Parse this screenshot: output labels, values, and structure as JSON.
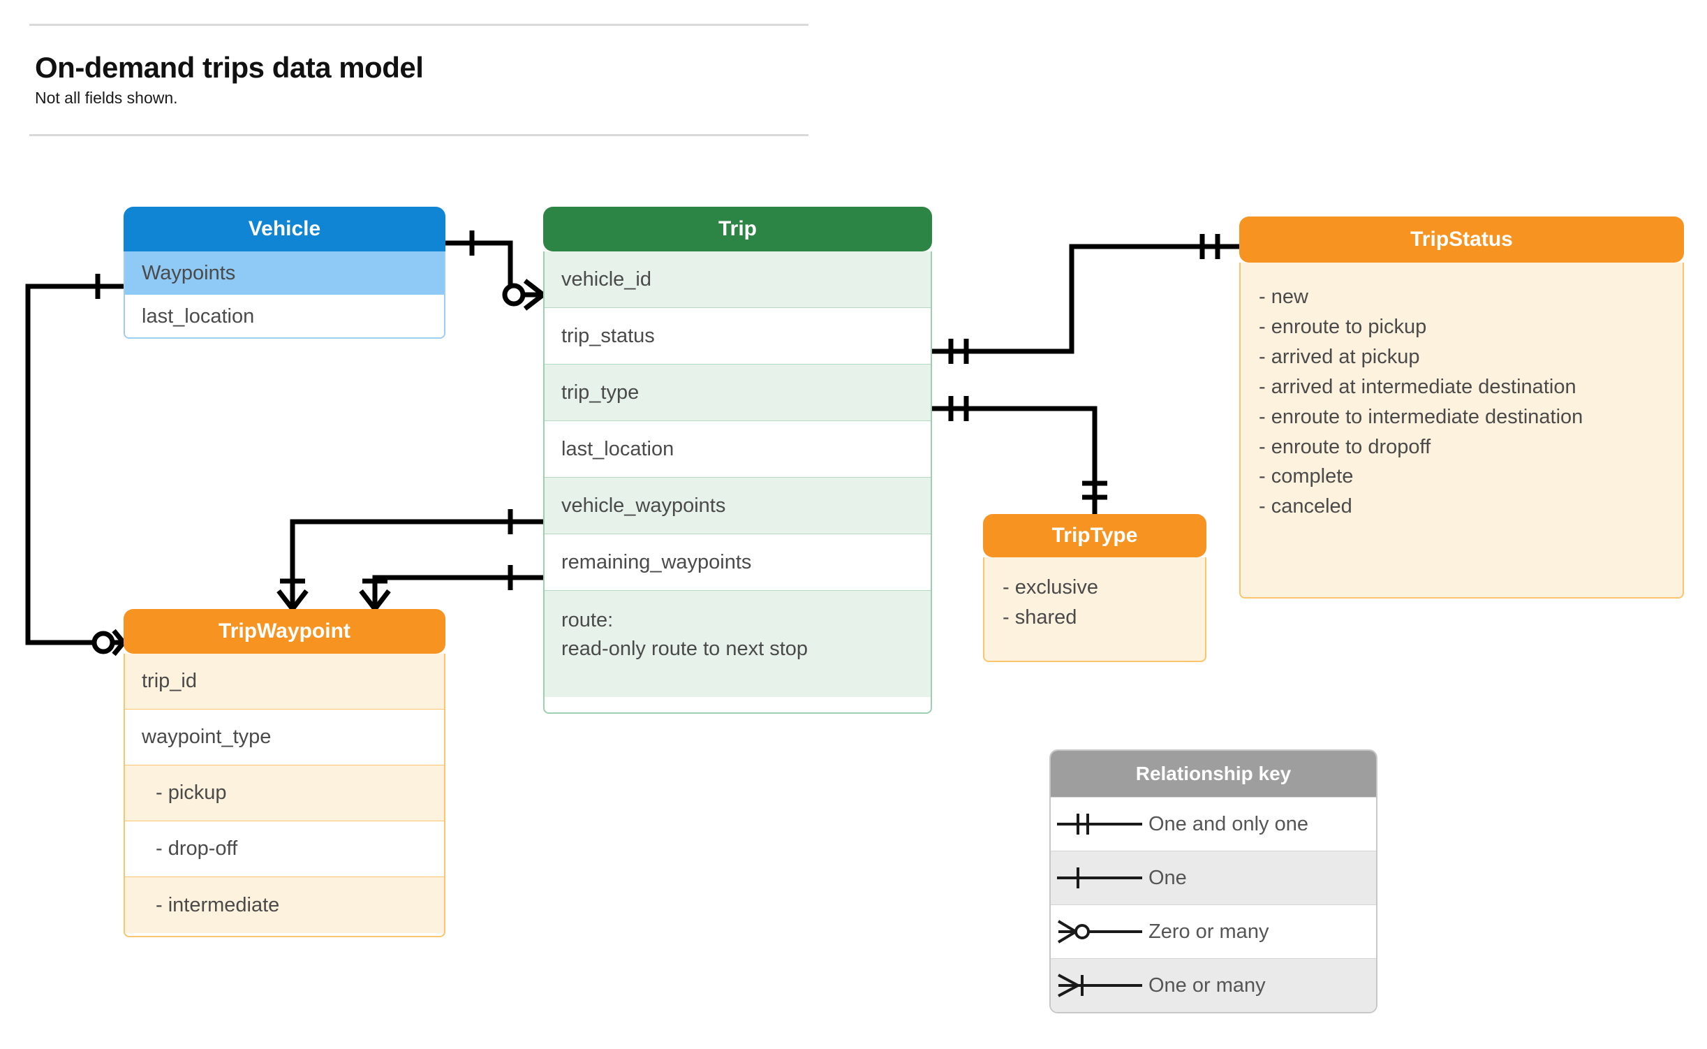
{
  "header": {
    "title": "On-demand trips data model",
    "subtitle": "Not all fields shown."
  },
  "entities": {
    "vehicle": {
      "name": "Vehicle",
      "header_color": "#0f85d4",
      "rows": [
        {
          "label": "Waypoints"
        },
        {
          "label": "last_location"
        }
      ]
    },
    "trip": {
      "name": "Trip",
      "header_color": "#2c8545",
      "rows": [
        {
          "label": "vehicle_id"
        },
        {
          "label": "trip_status"
        },
        {
          "label": "trip_type"
        },
        {
          "label": "last_location"
        },
        {
          "label": "vehicle_waypoints"
        },
        {
          "label": "remaining_waypoints"
        }
      ],
      "route_row": {
        "line1": "route:",
        "line2": "read-only route to next stop"
      }
    },
    "tripwaypoint": {
      "name": "TripWaypoint",
      "header_color": "#f79421",
      "rows": [
        {
          "label": "trip_id"
        },
        {
          "label": "waypoint_type"
        },
        {
          "label": "-  pickup"
        },
        {
          "label": "-  drop-off"
        },
        {
          "label": "-  intermediate"
        }
      ]
    },
    "triptype": {
      "name": "TripType",
      "header_color": "#f79421",
      "values": [
        "- exclusive",
        "- shared"
      ]
    },
    "tripstatus": {
      "name": "TripStatus",
      "header_color": "#f79421",
      "values": [
        "- new",
        "- enroute to pickup",
        "- arrived at pickup",
        "- arrived at intermediate destination",
        "- enroute to intermediate destination",
        "- enroute to dropoff",
        "- complete",
        "- canceled"
      ]
    }
  },
  "legend": {
    "title": "Relationship key",
    "rows": [
      {
        "symbol": "one-and-only-one-icon",
        "label": "One and only one"
      },
      {
        "symbol": "one-icon",
        "label": "One"
      },
      {
        "symbol": "zero-or-many-icon",
        "label": "Zero or many"
      },
      {
        "symbol": "one-or-many-icon",
        "label": "One or many"
      }
    ]
  },
  "relationships": [
    {
      "from": "Vehicle",
      "to": "Trip.vehicle_id",
      "from_card": "one",
      "to_card": "zero-or-many"
    },
    {
      "from": "Vehicle.Waypoints",
      "to": "TripWaypoint",
      "from_card": "one",
      "to_card": "zero-or-many"
    },
    {
      "from": "Trip.trip_status",
      "to": "TripStatus",
      "from_card": "one-and-only-one",
      "to_card": "one-and-only-one"
    },
    {
      "from": "Trip.trip_type",
      "to": "TripType",
      "from_card": "one-and-only-one",
      "to_card": "one-and-only-one"
    },
    {
      "from": "Trip.vehicle_waypoints",
      "to": "TripWaypoint",
      "from_card": "one",
      "to_card": "one-or-many"
    },
    {
      "from": "Trip.remaining_waypoints",
      "to": "TripWaypoint",
      "from_card": "one",
      "to_card": "one-or-many"
    }
  ]
}
